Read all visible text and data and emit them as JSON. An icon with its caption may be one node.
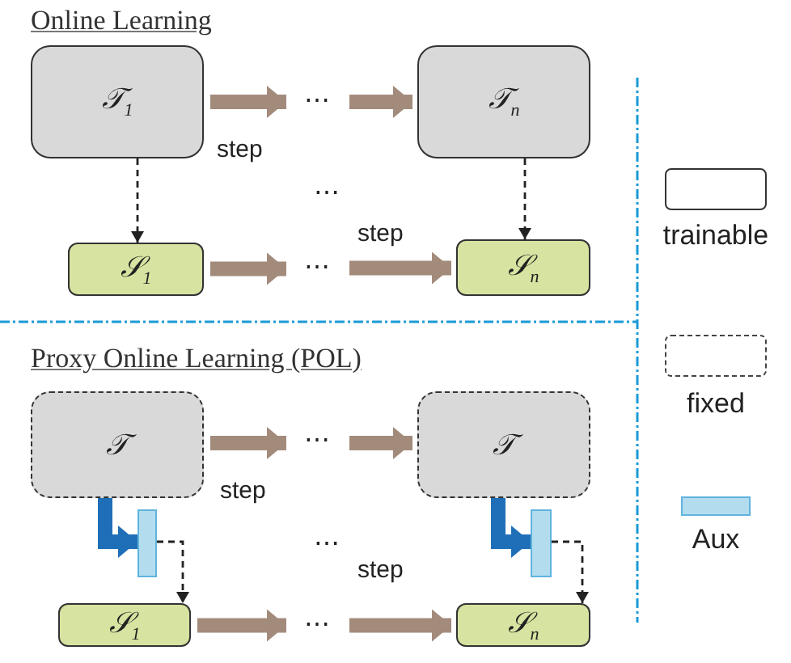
{
  "diagram": {
    "nodes": [
      {
        "text": [
          "𝒯$_{1}$"
        ]
      },
      {
        "text": [
          "⋯"
        ]
      },
      {
        "text": [
          "𝒯$_{n}$"
        ]
      },
      {
        "text": [
          "𝒮$_{1}$"
        ]
      },
      {
        "text": [
          "⋯"
        ]
      },
      {
        "text": [
          "𝒮$_{n}$"
        ]
      },
      {
        "text": [
          "𝒯"
        ]
      },
      {
        "text": [
          "⋯"
        ]
      },
      {
        "text": [
          "𝒯"
        ]
      },
      {
        "text": [],
        "shape": "bar"
      },
      {
        "text": [],
        "shape": "bar"
      },
      {
        "text": [
          "𝒮$_{1}$"
        ]
      },
      {
        "text": [
          "⋯"
        ]
      },
      {
        "text": [
          "𝒮$_{n}$"
        ]
      }
    ],
    "edges": [
      {
        "from": 0,
        "to": 1,
        "arrow": "to",
        "label": "step"
      },
      {
        "from": 1,
        "to": 2,
        "arrow": "to"
      },
      {
        "from": 0,
        "to": 3,
        "arrow": "to",
        "style": "dashed",
        "color": "#222222"
      },
      {
        "from": 2,
        "to": 5,
        "arrow": "to",
        "style": "dashed",
        "color": "#222222"
      },
      {
        "from": 3,
        "to": 4,
        "arrow": "to"
      },
      {
        "from": 4,
        "to": 5,
        "arrow": "to",
        "label": "step"
      },
      {
        "from": 6,
        "to": 7,
        "arrow": "to",
        "label": "step"
      },
      {
        "from": 7,
        "to": 8,
        "arrow": "to"
      },
      {
        "from": 6,
        "to": 9,
        "arrow": "to",
        "color": "#1f6fb8"
      },
      {
        "from": 8,
        "to": 10,
        "arrow": "to",
        "color": "#1f6fb8"
      },
      {
        "from": 9,
        "to": 11,
        "arrow": "to",
        "style": "dashed",
        "color": "#222222"
      },
      {
        "from": 10,
        "to": 13,
        "arrow": "to",
        "style": "dashed",
        "color": "#222222"
      },
      {
        "from": 11,
        "to": 12,
        "arrow": "to"
      },
      {
        "from": 12,
        "to": 13,
        "arrow": "to",
        "label": "step"
      }
    ],
    "labels": [
      "Online Learning",
      "⋯",
      "Proxy Online Learning (POL)",
      "⋯"
    ],
    "legend": [
      {
        "text": "trainable"
      },
      {
        "text": "fixed"
      },
      {
        "text": "Aux",
        "color": "#b3dcef"
      }
    ]
  }
}
